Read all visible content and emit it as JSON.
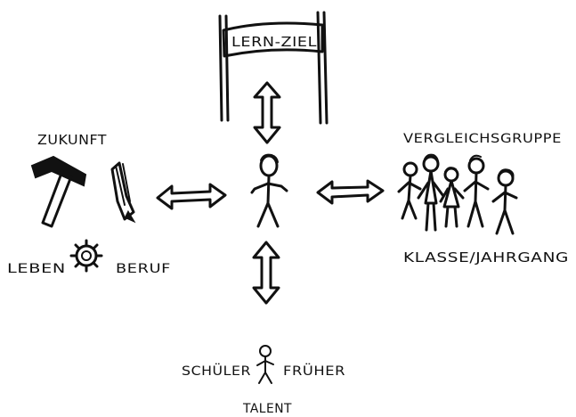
{
  "goal_sign": {
    "text": "LERN-ZIEL"
  },
  "future": {
    "heading": "ZUKUNFT",
    "left_label": "LEBEN",
    "right_label": "BERUF",
    "icons": [
      "hammer-icon",
      "pencil-icon",
      "gear-icon"
    ]
  },
  "peers": {
    "heading": "VERGLEICHSGRUPPE",
    "caption": "KLASSE/JAHRGANG"
  },
  "past": {
    "left_label": "SCHÜLER",
    "right_label": "FRÜHER",
    "caption": "TALENT"
  },
  "colors": {
    "ink": "#111111",
    "background": "#ffffff"
  }
}
